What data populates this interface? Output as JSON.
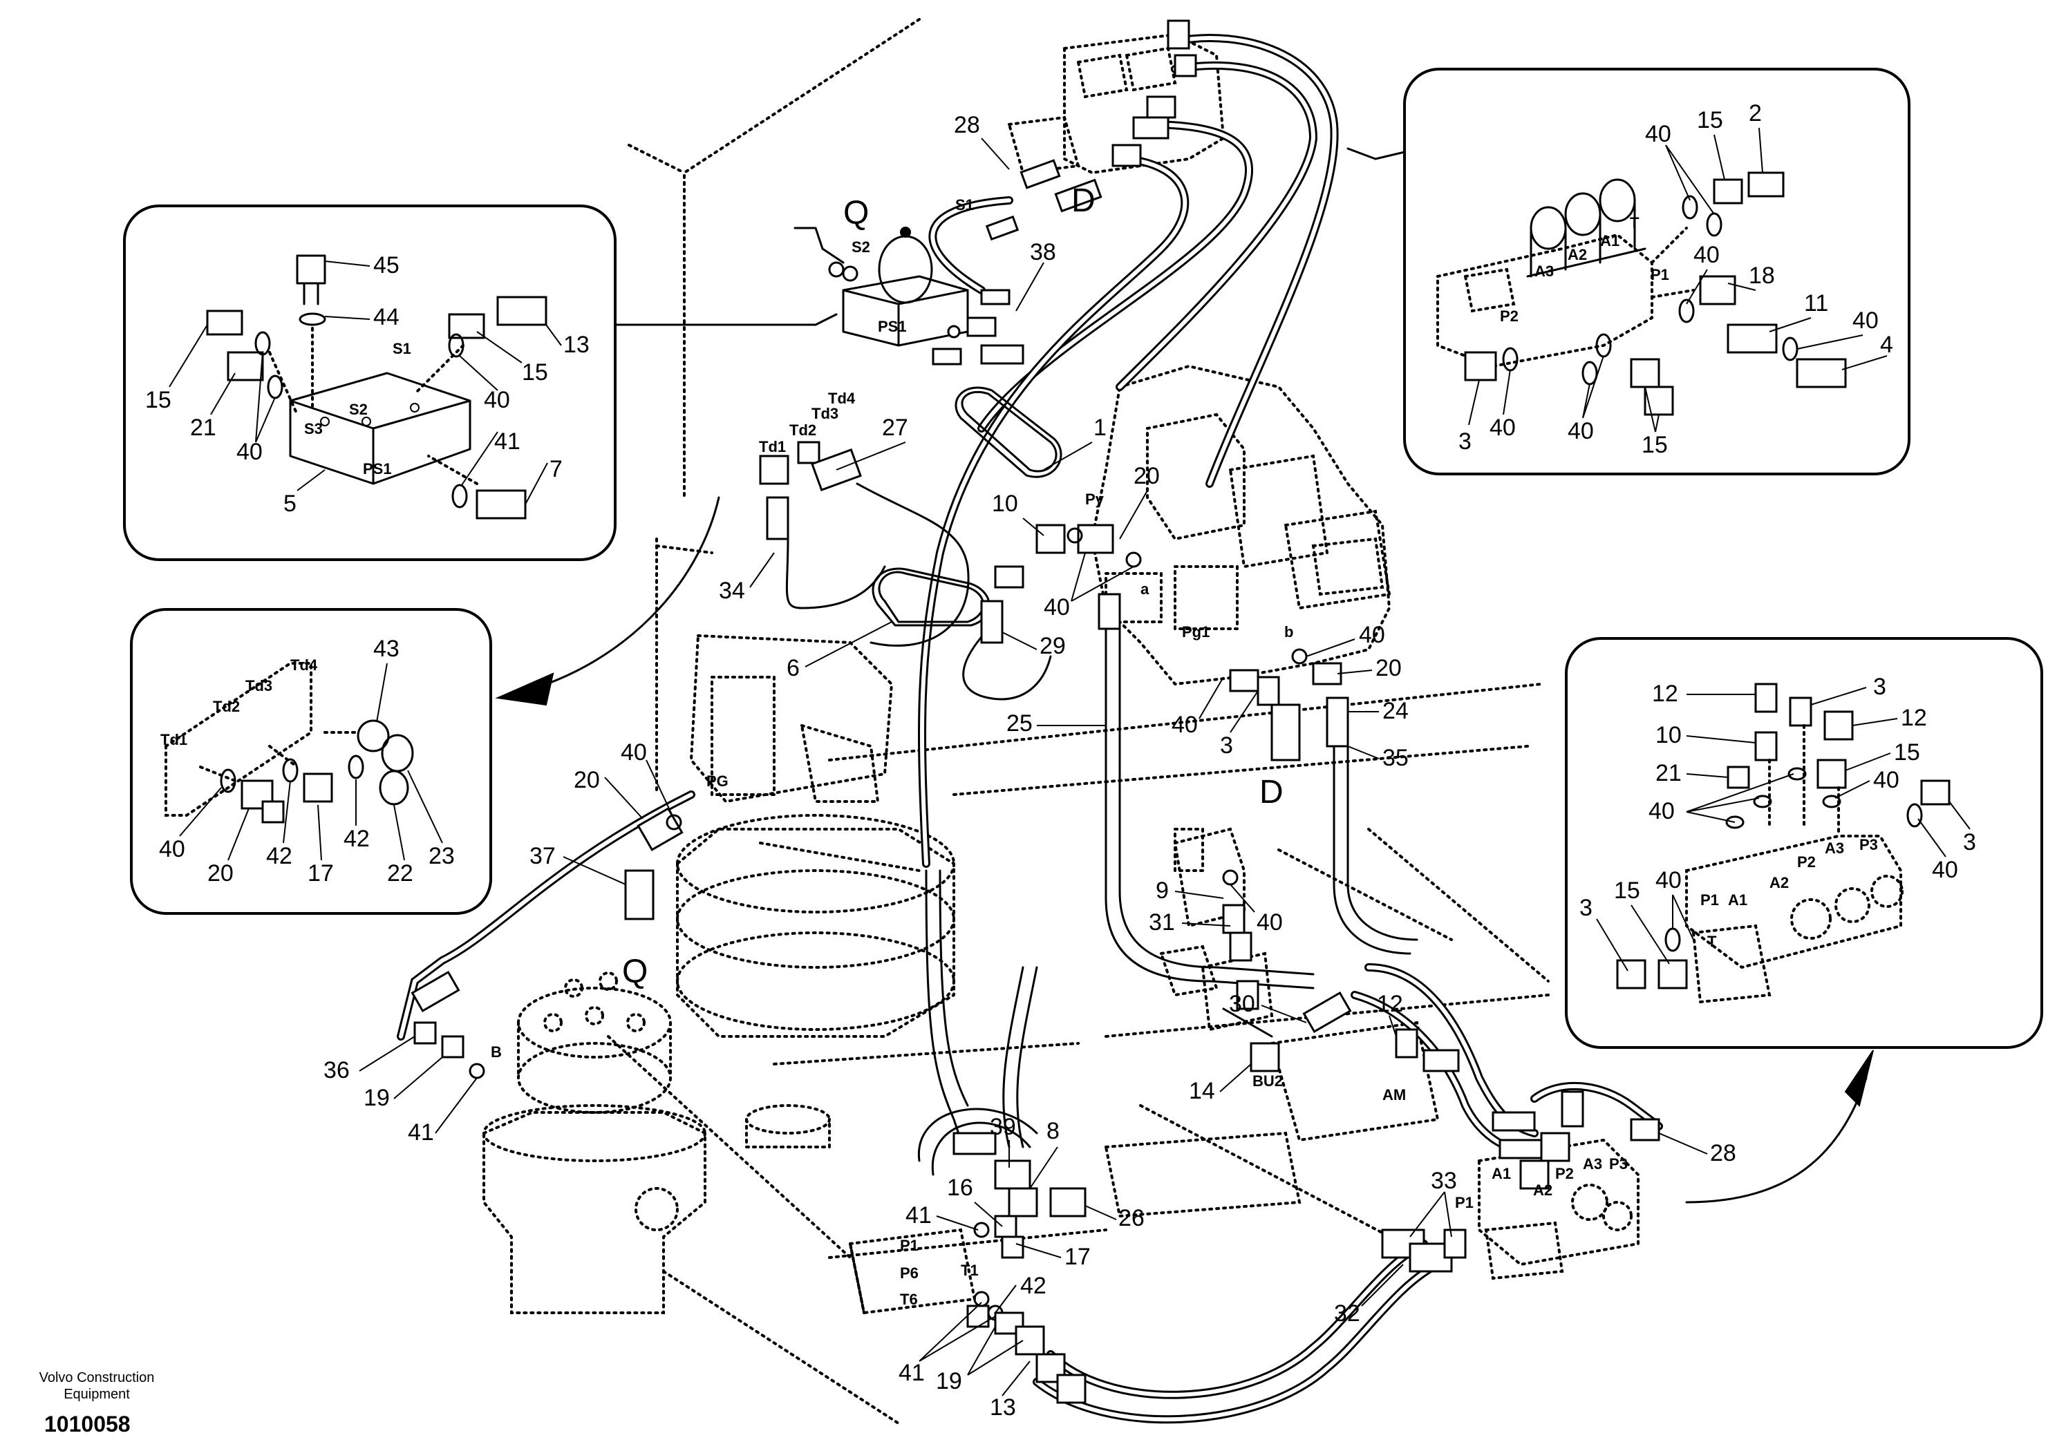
{
  "footer": {
    "company_line1": "Volvo Construction",
    "company_line2": "Equipment",
    "drawing_number": "1010058"
  },
  "port_labels": {
    "top": {
      "s1": "S1",
      "s2": "S2",
      "ps1": "PS1",
      "q": "Q",
      "d": "D"
    },
    "inset_accumulator": {
      "s1": "S1",
      "s2": "S2",
      "s3": "S3",
      "ps1": "PS1"
    },
    "inset_top_right": {
      "t": "T",
      "a1": "A1",
      "a2": "A2",
      "a3": "A3",
      "p1": "P1",
      "p2": "P2"
    },
    "inset_td": {
      "td1": "Td1",
      "td2": "Td2",
      "td3": "Td3",
      "td4": "Td4"
    },
    "main_td": {
      "td1": "Td1",
      "td2": "Td2",
      "td3": "Td3",
      "td4": "Td4"
    },
    "main_valve": {
      "py": "Py",
      "a": "a",
      "pg1": "Pg1",
      "b": "b",
      "d": "D"
    },
    "swing_motor": {
      "pg": "PG",
      "q": "Q",
      "b": "B"
    },
    "solenoid_block": {
      "bu2": "BU2",
      "am": "AM"
    },
    "lower_valve": {
      "a1": "A1",
      "a2": "A2",
      "a3": "A3",
      "p1": "P1",
      "p2": "P2",
      "p3": "P3"
    },
    "bottom_block": {
      "p1": "P1",
      "p6": "P6",
      "t1": "T1",
      "t6": "T6"
    },
    "inset_right": {
      "a1": "A1",
      "a2": "A2",
      "a3": "A3",
      "p1": "P1",
      "p2": "P2",
      "p3": "P3",
      "t": "T"
    }
  },
  "callouts": {
    "inset_accumulator": [
      "45",
      "44",
      "13",
      "15",
      "21",
      "40",
      "15",
      "40",
      "41",
      "7",
      "5"
    ],
    "inset_top_right": [
      "40",
      "15",
      "2",
      "40",
      "18",
      "11",
      "40",
      "4",
      "3",
      "40",
      "40",
      "15"
    ],
    "inset_td": [
      "43",
      "40",
      "20",
      "42",
      "17",
      "42",
      "22",
      "23"
    ],
    "inset_right": [
      "12",
      "3",
      "12",
      "10",
      "21",
      "15",
      "40",
      "40",
      "3",
      "40",
      "3",
      "15",
      "40"
    ],
    "main": [
      "28",
      "38",
      "27",
      "1",
      "20",
      "10",
      "40",
      "34",
      "6",
      "29",
      "25",
      "40",
      "20",
      "40",
      "3",
      "24",
      "35",
      "20",
      "40",
      "37",
      "9",
      "40",
      "31",
      "30",
      "12",
      "14",
      "36",
      "19",
      "41",
      "39",
      "8",
      "16",
      "41",
      "26",
      "17",
      "42",
      "41",
      "19",
      "13",
      "33",
      "32",
      "28"
    ]
  }
}
